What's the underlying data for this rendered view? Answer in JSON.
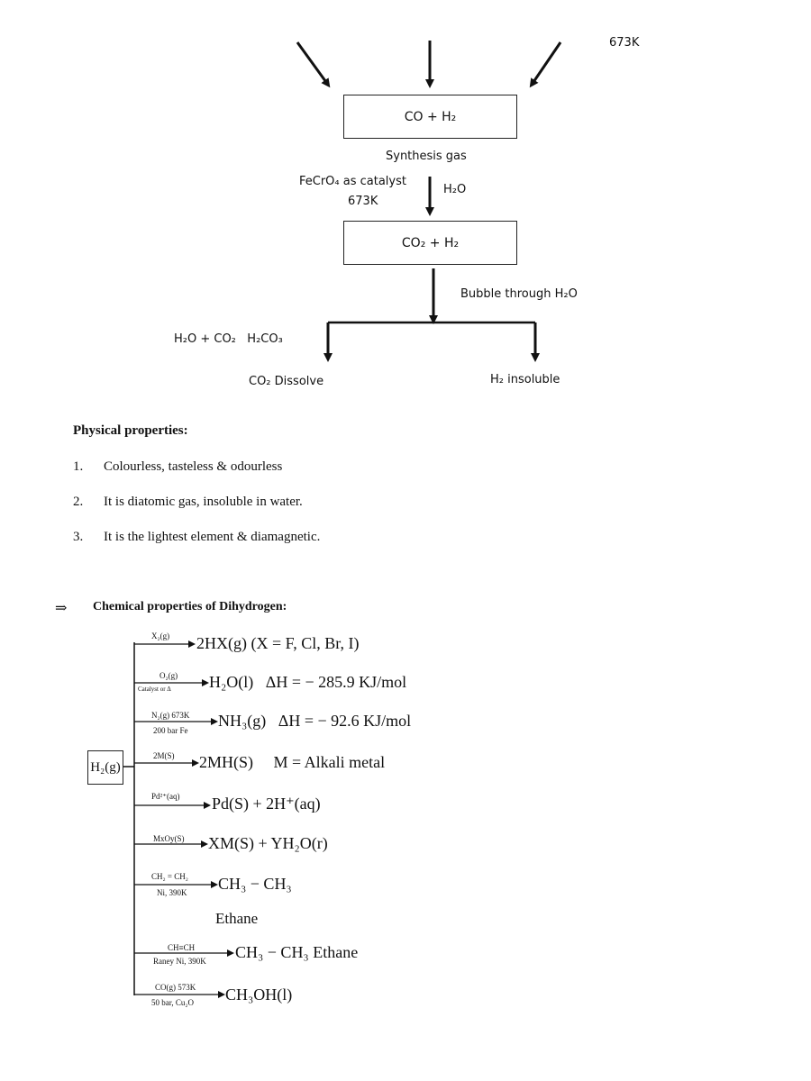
{
  "flow": {
    "top_right_label": "673K",
    "box1": "CO + H₂",
    "box1_caption": "Synthesis gas",
    "catalyst_line1": "FeCrO₄ as catalyst",
    "catalyst_line2": "673K",
    "reagent": "H₂O",
    "box2": "CO₂ + H₂",
    "bubble": "Bubble through H₂O",
    "left_reaction": "H₂O + CO₂   H₂CO₃",
    "left_label": "CO₂ Dissolve",
    "right_label": "H₂ insoluble"
  },
  "physical": {
    "heading": "Physical properties:",
    "items": [
      {
        "num": "1.",
        "text": "Colourless, tasteless & odourless"
      },
      {
        "num": "2.",
        "text": "It is diatomic gas, insoluble in water."
      },
      {
        "num": "3.",
        "text": "It is the lightest element & diamagnetic."
      }
    ]
  },
  "chemical": {
    "arrow_symbol": "⇒",
    "heading": "Chemical properties of Dihydrogen:",
    "reactant": "H₂(g)",
    "reactions": [
      {
        "top": "X₂(g)",
        "bottom": "",
        "product": "2HX(g) (X = F, Cl, Br, I)"
      },
      {
        "top": "O₂(g)",
        "bottom": "Catalyst or Δ",
        "product": "H₂O(l)   ΔH = − 285.9 KJ/mol"
      },
      {
        "top": "N₂(g) 673K",
        "bottom": "200 bar Fe",
        "product": "NH₃(g)   ΔH = − 92.6 KJ/mol"
      },
      {
        "top": "2M(S)",
        "bottom": "",
        "product": "2MH(S)     M = Alkali metal"
      },
      {
        "top": "Pd²⁺(aq)",
        "bottom": "",
        "product": "Pd(S) + 2H⁺(aq)"
      },
      {
        "top": "MxOy(S)",
        "bottom": "",
        "product": "XM(S) + YH₂O(r)"
      },
      {
        "top": "CH₂ = CH₂",
        "bottom": "Ni, 390K",
        "product": "CH₃ − CH₃"
      },
      {
        "top": "CH≡CH",
        "bottom": "Raney Ni, 390K",
        "product": "CH₃ − CH₃ Ethane"
      },
      {
        "top": "CO(g) 573K",
        "bottom": "50 bar, Cu₂O",
        "product": "CH₃OH(l)"
      }
    ],
    "ethane_label": "Ethane"
  }
}
